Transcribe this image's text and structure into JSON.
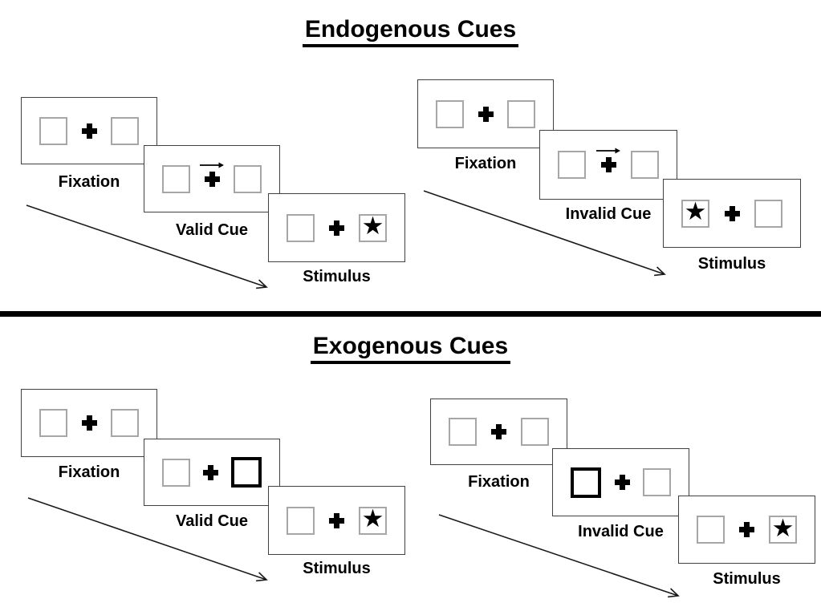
{
  "colors": {
    "background": "#ffffff",
    "panel_border": "#404040",
    "placeholder_square_border": "#a6a6a6",
    "cue_highlight_border": "#000000",
    "ink": "#000000"
  },
  "glyphs": {
    "star": "★"
  },
  "sections": [
    {
      "title": "Endogenous Cues",
      "sequences": [
        {
          "name": "valid",
          "cue_type": "central-arrow",
          "cue_direction": "right",
          "target_side": "right",
          "panels": [
            {
              "label": "Fixation"
            },
            {
              "label": "Valid Cue"
            },
            {
              "label": "Stimulus"
            }
          ]
        },
        {
          "name": "invalid",
          "cue_type": "central-arrow",
          "cue_direction": "right",
          "target_side": "left",
          "panels": [
            {
              "label": "Fixation"
            },
            {
              "label": "Invalid Cue"
            },
            {
              "label": "Stimulus"
            }
          ]
        }
      ]
    },
    {
      "title": "Exogenous Cues",
      "sequences": [
        {
          "name": "valid",
          "cue_type": "peripheral-box",
          "cue_side": "right",
          "target_side": "right",
          "panels": [
            {
              "label": "Fixation"
            },
            {
              "label": "Valid Cue"
            },
            {
              "label": "Stimulus"
            }
          ]
        },
        {
          "name": "invalid",
          "cue_type": "peripheral-box",
          "cue_side": "left",
          "target_side": "right",
          "panels": [
            {
              "label": "Fixation"
            },
            {
              "label": "Invalid Cue"
            },
            {
              "label": "Stimulus"
            }
          ]
        }
      ]
    }
  ]
}
